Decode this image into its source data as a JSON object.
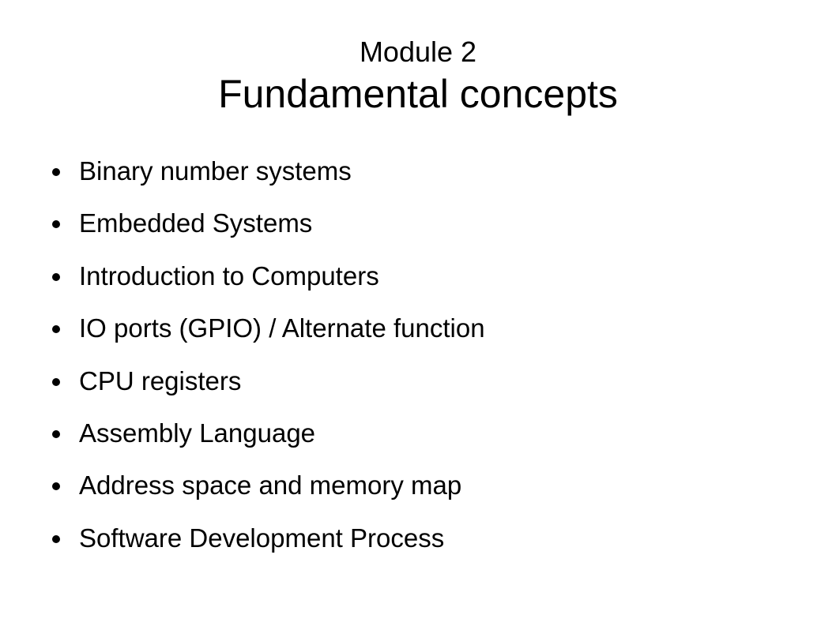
{
  "slide": {
    "title_line1": "Module 2",
    "title_line2": "Fundamental concepts",
    "bullet_icon": "bullet-dot-icon",
    "bullets": [
      "Binary number systems",
      "Embedded Systems",
      "Introduction to Computers",
      "IO ports (GPIO) / Alternate function",
      "CPU registers",
      "Assembly Language",
      "Address space and memory map",
      "Software Development Process"
    ],
    "colors": {
      "background": "#ffffff",
      "text": "#000000"
    }
  }
}
